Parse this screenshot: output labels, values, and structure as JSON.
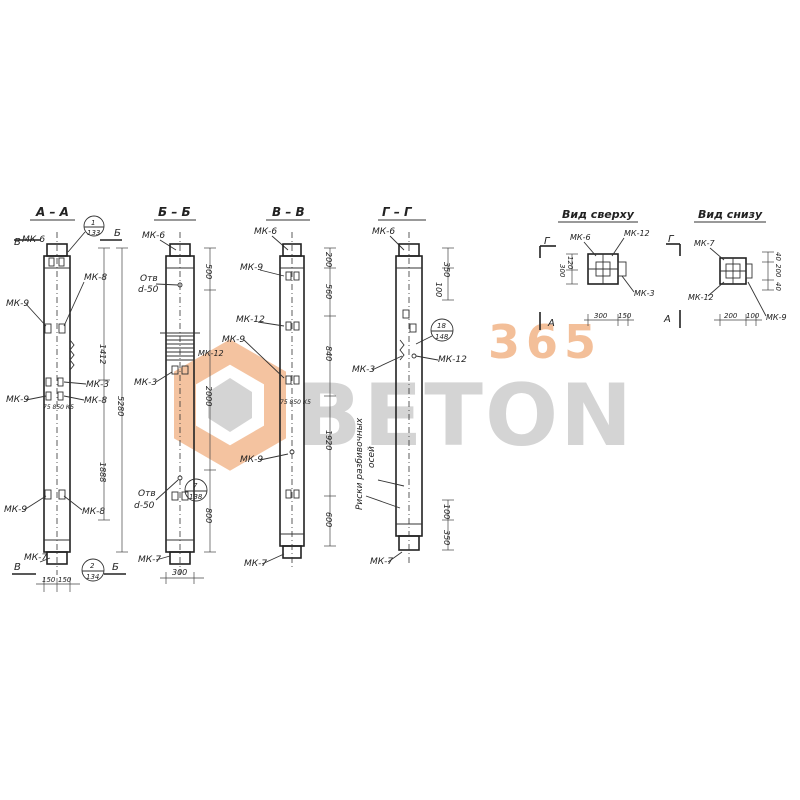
{
  "sections": {
    "aa": {
      "title": "А – А",
      "marks": {
        "top_left": "В",
        "top_right": "Б",
        "bot_left": "В",
        "bot_right": "Б"
      },
      "callout_top": {
        "num": "1",
        "den": "133"
      },
      "callout_bot": {
        "num": "2",
        "den": "134"
      }
    },
    "bb": {
      "title": "Б – Б",
      "callout": {
        "num": "7",
        "den": "138"
      }
    },
    "vv": {
      "title": "В – В"
    },
    "gg": {
      "title": "Г – Г",
      "callout": {
        "num": "18",
        "den": "148"
      }
    }
  },
  "parts": {
    "mk6": "МК-6",
    "mk7": "МК-7",
    "mk8": "МК-8",
    "mk9": "МК-9",
    "mk3": "МК-3",
    "mk12": "МК-12"
  },
  "openings": {
    "label": "Отв",
    "dia": "d-50"
  },
  "riski": {
    "line1": "Риски разбивочных",
    "line2": "осей"
  },
  "dims": {
    "aa": {
      "total": "5280",
      "upper": "1412",
      "lower": "1888",
      "b1": "150",
      "b2": "150",
      "slot": "75 850 К5"
    },
    "bb": {
      "d500": "500",
      "d2000": "2000",
      "d800": "800",
      "w300": "300"
    },
    "vv": {
      "d200": "200",
      "d560": "560",
      "d840": "840",
      "d1920": "1920",
      "d600": "600",
      "slot": "75 850 К5"
    },
    "gg": {
      "d350a": "350",
      "d100a": "100",
      "d350b": "350",
      "d100b": "100"
    }
  },
  "views": {
    "top": {
      "title": "Вид сверху",
      "mark_g": "Г",
      "mark_a": "А",
      "d300": "300",
      "d120": "120",
      "w300": "300",
      "w150": "150"
    },
    "bottom": {
      "title": "Вид снизу",
      "mark_g": "Г",
      "mark_a": "А",
      "d40": "40",
      "d200": "200",
      "d40b": "40",
      "w200": "200",
      "w100": "100"
    }
  },
  "watermark": {
    "top": "365",
    "bottom": "BETON"
  },
  "colors": {
    "watermark_orange": "#f2b98f",
    "watermark_gray": "#cdcdcd",
    "ink": "#222222"
  }
}
